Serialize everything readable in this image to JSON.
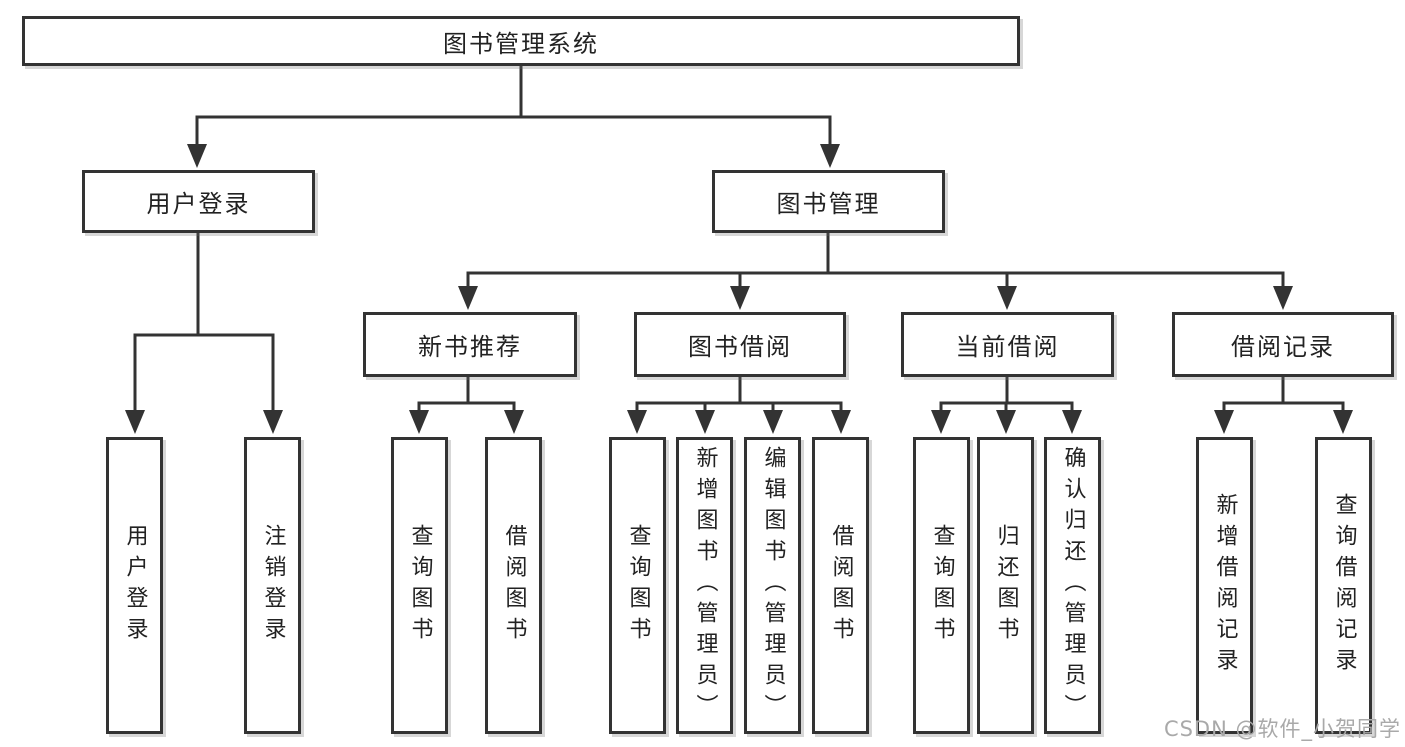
{
  "colors": {
    "line": "#333333",
    "text": "#222222",
    "box_background": "#ffffff",
    "watermark": "#a9a9a9"
  },
  "tree": {
    "root": {
      "label": "图书管理系统"
    },
    "children": [
      {
        "label": "用户登录",
        "children": [
          {
            "label": "用户登录"
          },
          {
            "label": "注销登录"
          }
        ]
      },
      {
        "label": "图书管理",
        "children": [
          {
            "label": "新书推荐",
            "children": [
              {
                "label": "查询图书"
              },
              {
                "label": "借阅图书"
              }
            ]
          },
          {
            "label": "图书借阅",
            "children": [
              {
                "label": "查询图书"
              },
              {
                "label": "新增图书（管理员）"
              },
              {
                "label": "编辑图书（管理员）"
              },
              {
                "label": "借阅图书"
              }
            ]
          },
          {
            "label": "当前借阅",
            "children": [
              {
                "label": "查询图书"
              },
              {
                "label": "归还图书"
              },
              {
                "label": "确认归还（管理员）"
              }
            ]
          },
          {
            "label": "借阅记录",
            "children": [
              {
                "label": "新增借阅记录"
              },
              {
                "label": "查询借阅记录"
              }
            ]
          }
        ]
      }
    ]
  },
  "watermark": {
    "text": "CSDN @软件_小贺同学"
  }
}
